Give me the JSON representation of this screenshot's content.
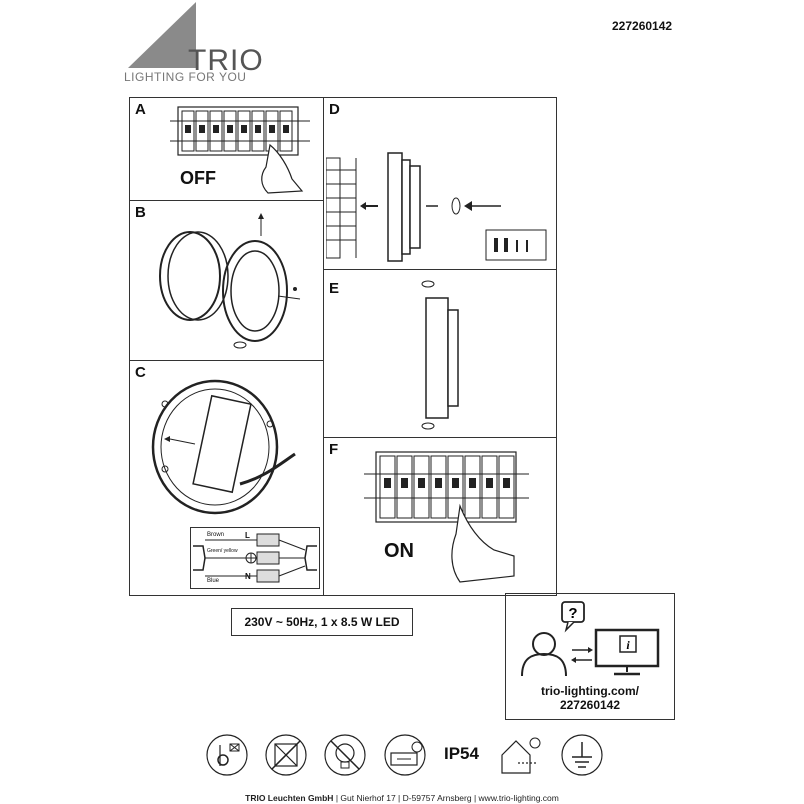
{
  "header": {
    "article_number": "227260142",
    "brand": "TRIO",
    "tagline": "LIGHTING FOR YOU"
  },
  "steps": [
    {
      "letter": "A",
      "label": "OFF"
    },
    {
      "letter": "B"
    },
    {
      "letter": "C"
    },
    {
      "letter": "D"
    },
    {
      "letter": "E"
    },
    {
      "letter": "F",
      "label": "ON"
    }
  ],
  "wiring": {
    "terminals": [
      "L",
      "N"
    ],
    "wires": [
      "Brown",
      "Green/ yellow",
      "Blue"
    ]
  },
  "spec": "230V ~ 50Hz, 1 x 8.5 W LED",
  "support": {
    "url_line1": "trio-lighting.com/",
    "url_line2": "227260142"
  },
  "protection_rating": "IP54",
  "footer": {
    "company": "TRIO Leuchten GmbH",
    "address": "Gut Nierhof 17",
    "city": "D-59757 Arnsberg",
    "website": "www.trio-lighting.com"
  },
  "colors": {
    "logo_triangle": "#8a8a8a",
    "line": "#333333"
  }
}
